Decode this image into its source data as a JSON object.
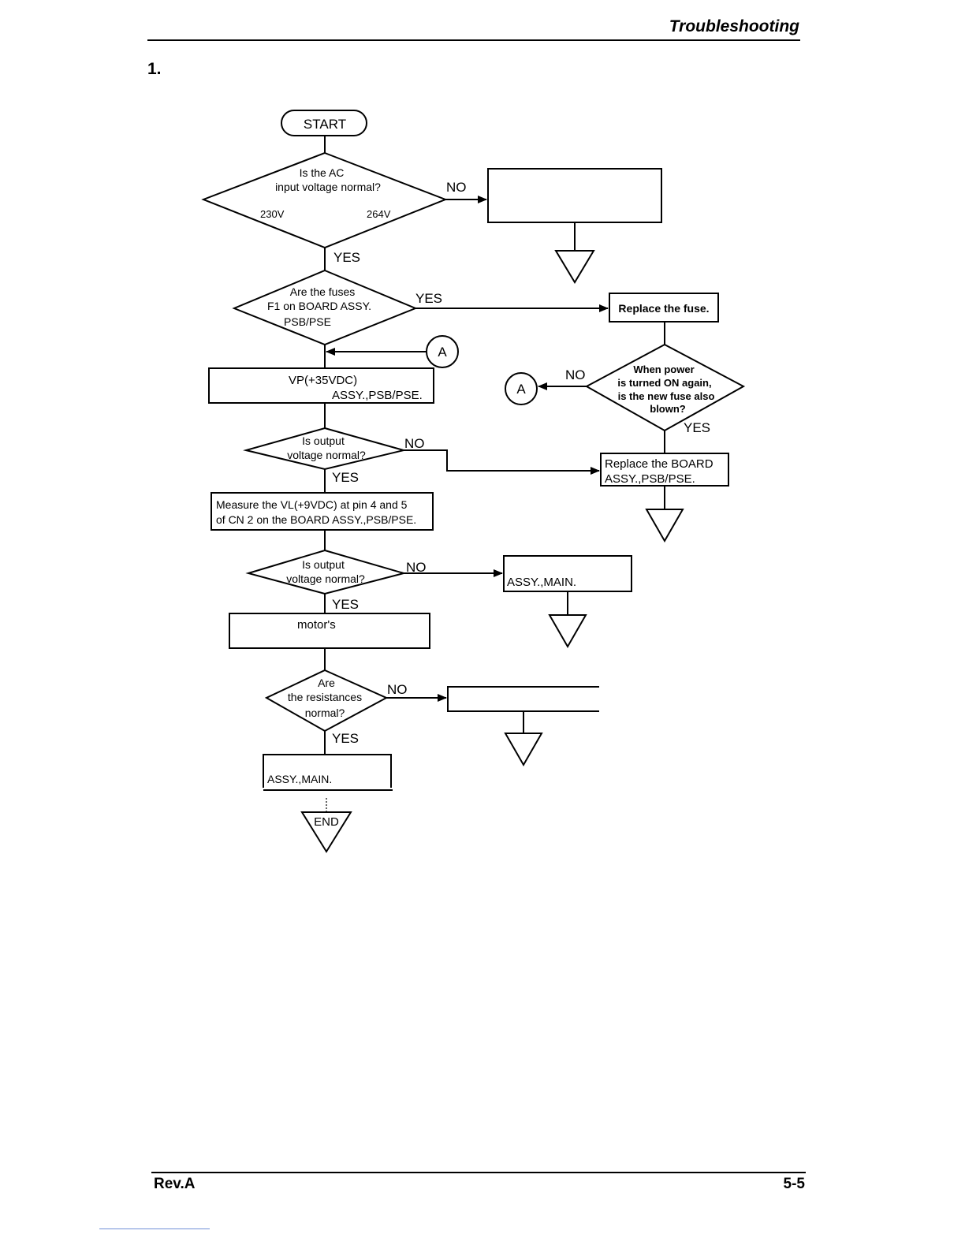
{
  "header": {
    "title": "Troubleshooting",
    "section_number": "1."
  },
  "footer": {
    "revision": "Rev.A",
    "page": "5-5"
  },
  "flowchart": {
    "start": "START",
    "end": "END",
    "connector": "A",
    "d1": {
      "line1": "Is the AC",
      "line2": "input voltage normal?",
      "low": "230V",
      "high": "264V"
    },
    "d2": {
      "line1": "Are the fuses",
      "line2": "F1 on BOARD ASSY.",
      "line3": "PSB/PSE"
    },
    "d3": {
      "line1": "When power",
      "line2": "is turned ON again,",
      "line3": "is the new fuse also",
      "line4": "blown?"
    },
    "d4": {
      "line1": "Is output",
      "line2": "voltage normal?"
    },
    "d5": {
      "line1": "Is output",
      "line2": "voltage normal?"
    },
    "d6": {
      "line1": "Are",
      "line2": "the resistances",
      "line3": "normal?"
    },
    "box_vp": {
      "line1": "VP(+35VDC)",
      "line2": "ASSY.,PSB/PSE."
    },
    "box_replace_fuse": "Replace the fuse.",
    "box_replace_board": {
      "line1": "Replace the BOARD",
      "line2": "ASSY.,PSB/PSE."
    },
    "box_measure_vl": {
      "line1": "Measure the VL(+9VDC) at pin 4 and 5",
      "line2": "of CN 2 on the BOARD ASSY.,PSB/PSE."
    },
    "box_main1": "ASSY.,MAIN.",
    "box_motor": "motor's",
    "box_main2": "ASSY.,MAIN.",
    "labels": {
      "yes": "YES",
      "no": "NO"
    }
  }
}
